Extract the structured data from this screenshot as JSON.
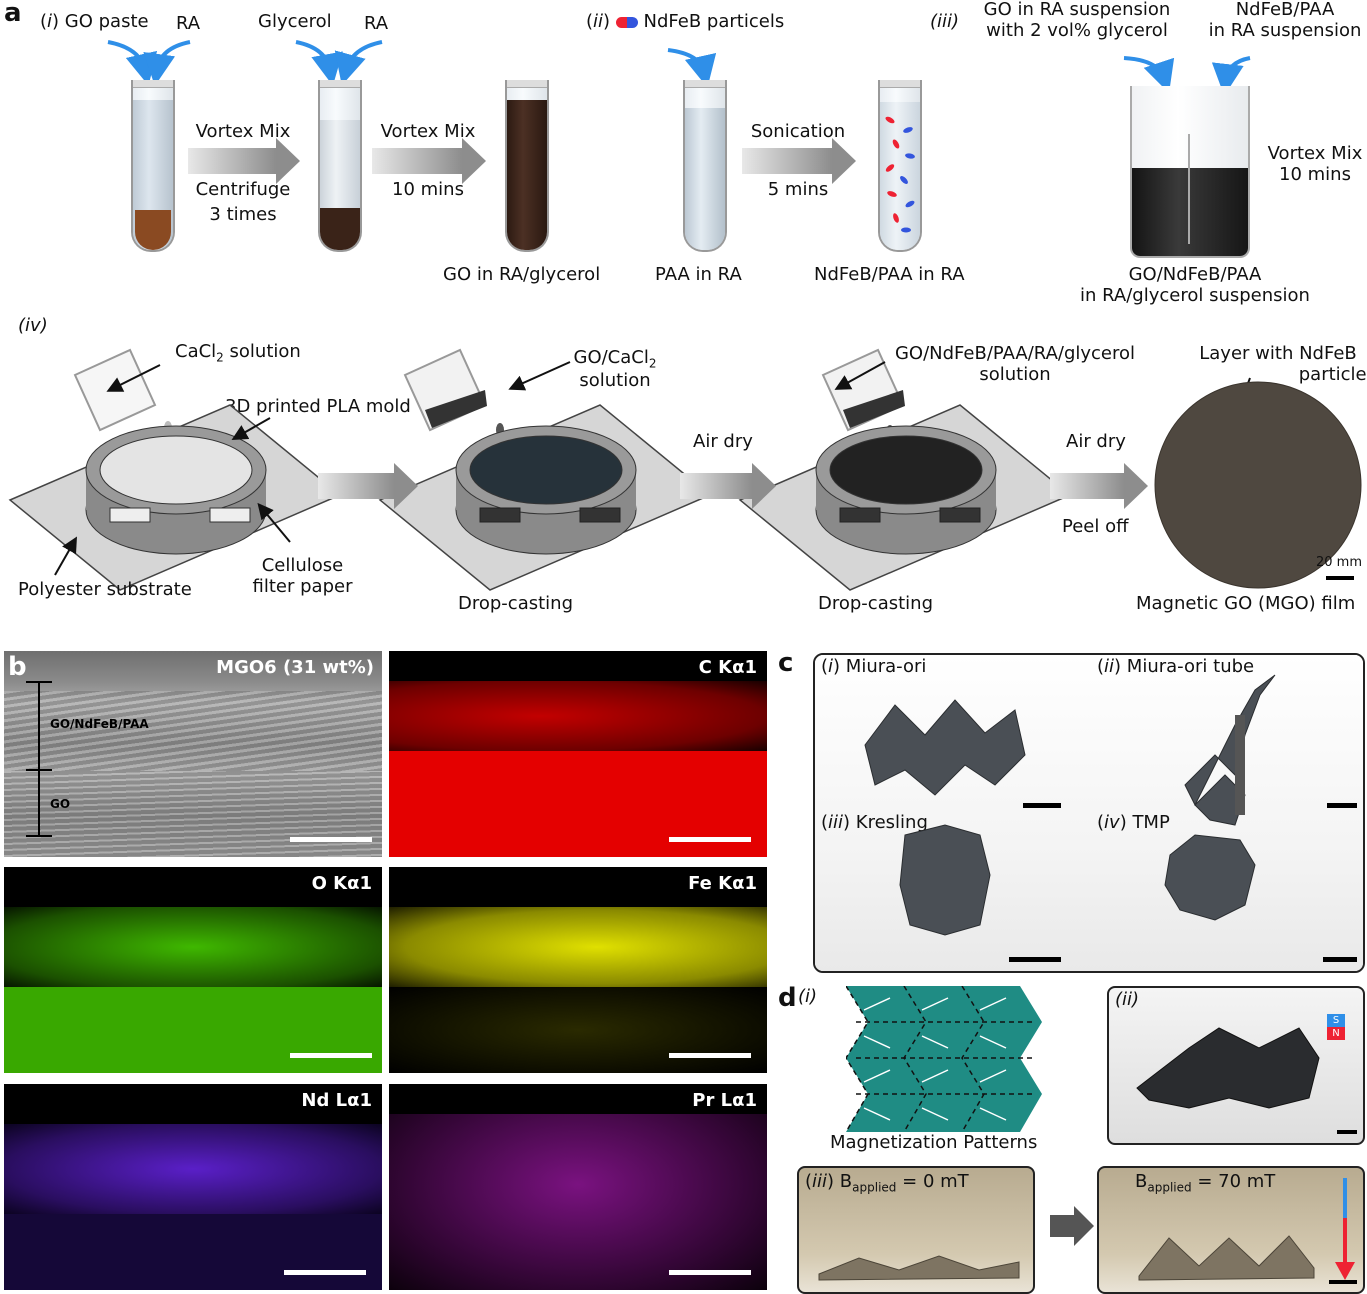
{
  "panel_letters": {
    "a": "a",
    "b": "b",
    "c": "c",
    "d": "d"
  },
  "panel_a": {
    "step_i": "i",
    "go_paste": "GO paste",
    "ra_1": "RA",
    "glycerol": "Glycerol",
    "ra_2": "RA",
    "step_ii": "ii",
    "ndfeb_particles": "NdFeB particels",
    "step_iii": "iii",
    "go_suspension_1": "GO in RA suspension",
    "go_suspension_2": "with 2 vol% glycerol",
    "ndfeb_susp_1": "NdFeB/PAA",
    "ndfeb_susp_2": "in RA suspension",
    "vortex_mix_1": "Vortex Mix",
    "centrifuge": "Centrifuge",
    "three_times": "3 times",
    "vortex_mix_2": "Vortex Mix",
    "ten_mins_1": "10 mins",
    "sonication": "Sonication",
    "five_mins": "5 mins",
    "vortex_mix_3": "Vortex Mix",
    "ten_mins_2": "10 mins",
    "go_in_ra": "GO in RA/glycerol",
    "paa_in_ra": "PAA in RA",
    "ndfeb_paa_in_ra": "NdFeB/PAA in RA",
    "final_susp_1": "GO/NdFeB/PAA",
    "final_susp_2": "in RA/glycerol suspension",
    "step_iv": "iv",
    "cacl2_solution": "CaCl",
    "cacl2_sub": "2",
    "cacl2_suffix": " solution",
    "pla_mold": "3D printed PLA mold",
    "go_cacl2": "GO/CaCl",
    "go_cacl2_sub": "2",
    "go_cacl2_2": "solution",
    "go_ndfeb_sol_1": "GO/NdFeB/PAA/RA/glycerol",
    "go_ndfeb_sol_2": "solution",
    "layer_ndfeb_1": "Layer with NdFeB",
    "layer_ndfeb_2": "particles",
    "air_dry_1": "Air dry",
    "air_dry_2": "Air dry",
    "peel_off": "Peel off",
    "polyester": "Polyester substrate",
    "cellulose_1": "Cellulose",
    "cellulose_2": "filter paper",
    "drop_casting_1": "Drop-casting",
    "drop_casting_2": "Drop-casting",
    "mgo_film": "Magnetic GO (MGO) film",
    "scale_20mm": "20 mm"
  },
  "panel_b": {
    "sem_title": "MGO6 (31 wt%)",
    "layer_top": "GO/NdFeB/PAA",
    "layer_bottom": "GO",
    "c": "C Kα1",
    "o": "O Kα1",
    "fe": "Fe Kα1",
    "nd": "Nd Lα1",
    "pr": "Pr Lα1",
    "colors": {
      "c": "#e40000",
      "o": "#3fb800",
      "fe": "#e0e000",
      "nd": "#5a1fc8",
      "pr": "#c01ec8"
    }
  },
  "panel_c": {
    "i_num": "i",
    "i": "Miura-ori",
    "ii_num": "ii",
    "ii": "Miura-ori tube",
    "iii_num": "iii",
    "iii": "Kresling",
    "iv_num": "iv",
    "iv": "TMP"
  },
  "panel_d": {
    "i_num": "i",
    "magnetization": "Magnetization Patterns",
    "ii_num": "ii",
    "iii_num": "iii",
    "b_applied_0_pre": "B",
    "b_applied_0_sub": "applied",
    "b_applied_0_val": " = 0 mT",
    "b_applied_70_pre": "B",
    "b_applied_70_sub": "applied",
    "b_applied_70_val": " = 70 mT",
    "magnet_s": "S",
    "magnet_n": "N",
    "teal": "#1f8c84"
  }
}
